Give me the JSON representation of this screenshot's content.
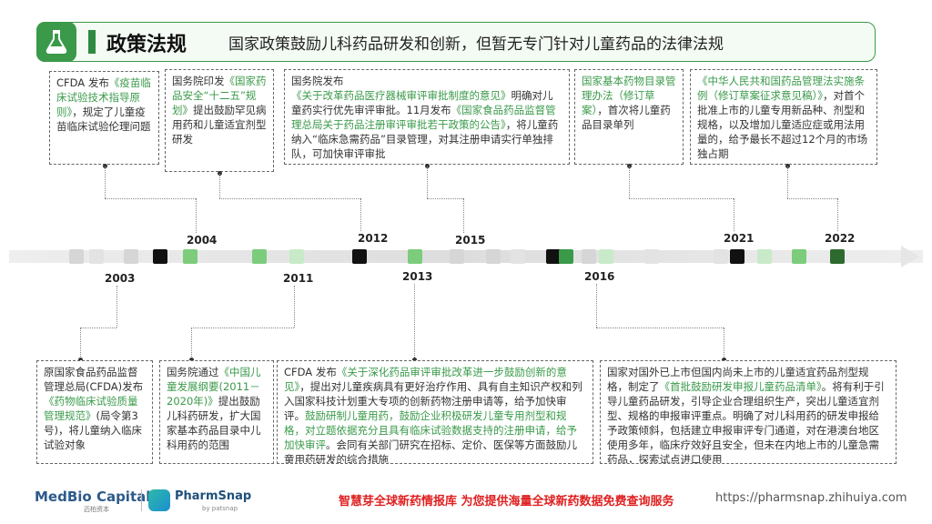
{
  "header": {
    "title": "政策法规",
    "subtitle": "国家政策鼓励儿科药品研发和创新，但暂无专门针对儿童药品的法律法规"
  },
  "colors": {
    "accent": "#3a9a4a",
    "dark_green": "#2d6a2d",
    "light_green": "#c8eac8",
    "mid_green": "#7ccc7c",
    "black": "#111111",
    "gray": "#d6d6d6",
    "slogan_red": "#e02020"
  },
  "icons": {
    "header": "flask-icon",
    "pharmsnap": "pharmsnap-logo-icon"
  },
  "years": [
    "2003",
    "2004",
    "2011",
    "2012",
    "2013",
    "2015",
    "2016",
    "2021",
    "2022"
  ],
  "events": {
    "top_2004": {
      "p1": "CFDA 发布",
      "h": "《疫苗临床试验技术指导原则》",
      "p2": "，规定了儿童疫苗临床试验伦理问题"
    },
    "top_2012": {
      "p1": "国务院印发",
      "h": "《国家药品安全“十二五”规划》",
      "p2": "提出鼓励罕见病用药和儿童适宜剂型研发"
    },
    "top_2015": {
      "p1": "国务院发布",
      "h1": "《关于改革药品医疗器械审评审批制度的意见》",
      "p2": "明确对儿童药实行优先审评审批。11月发布",
      "h2": "《国家食品药品监督管理总局关于药品注册审评审批若干政策的公告》",
      "p3": "，将儿童药纳入“临床急需药品”目录管理，对其注册申请实行单独排队，可加快审评审批"
    },
    "top_2021": {
      "h": "国家基本药物目录管理办法（修订草案）",
      "p": "，首次将儿童药品目录单列"
    },
    "top_2022": {
      "h": "《中华人民共和国药品管理法实施条例（修订草案征求意见稿）》",
      "p": "，对首个批准上市的儿童专用新品种、剂型和规格，以及增加儿童适应症或用法用量的，给予最长不超过12个月的市场独占期"
    },
    "bot_2003": {
      "p1": "原国家食品药品监督管理总局(CFDA)发布",
      "h": "《药物临床试验质量管理规范》",
      "p2": "(局令第3号)，将儿童纳入临床试验对象"
    },
    "bot_2011": {
      "p1": "国务院通过",
      "h": "《中国儿童发展纲要(2011－2020年)》",
      "p2": "提出鼓励儿科药研发，扩大国家基本药品目录中儿科用药的范围"
    },
    "bot_2013": {
      "p1": "CFDA 发布",
      "h1": "《关于深化药品审评审批改革进一步鼓励创新的意见》",
      "p2": "，提出对儿童疾病具有更好治疗作用、具有自主知识产权和列入国家科技计划重大专项的创新药物注册申请等，给予加快审评。",
      "h2": "鼓励研制儿童用药，鼓励企业积极研发儿童专用剂型和规格，对立题依据充分且具有临床试验数据支持的注册申请，给予加快审评",
      "p3": "。会同有关部门研究在招标、定价、医保等方面鼓励儿童用药研发的综合措施"
    },
    "bot_2016": {
      "p1": "国家对国外已上市但国内尚未上市的儿童适宜药品剂型规格，制定了",
      "h": "《首批鼓励研发申报儿童药品清单》",
      "p2": "。将有利于引导儿童药品研发，引导企业合理组织生产，突出儿童适宜剂型、规格的申报审评重点。明确了对儿科用药的研发申报给予政策倾斜，包括建立申报审评专门通道，对在港澳台地区使用多年，临床疗效好且安全，但未在内地上市的儿童急需药品，探索试点进口使用"
    }
  },
  "footer": {
    "medbio": "MedBio Capital",
    "medbio_sub": "迈柏资本",
    "pharmsnap": "PharmSnap",
    "pharmsnap_sub": "by patsnap",
    "slogan": "智慧芽全球新药情报库 为您提供海量全球新药数据免费查询服务",
    "url": "https://pharmsnap.zhihuiya.com"
  }
}
